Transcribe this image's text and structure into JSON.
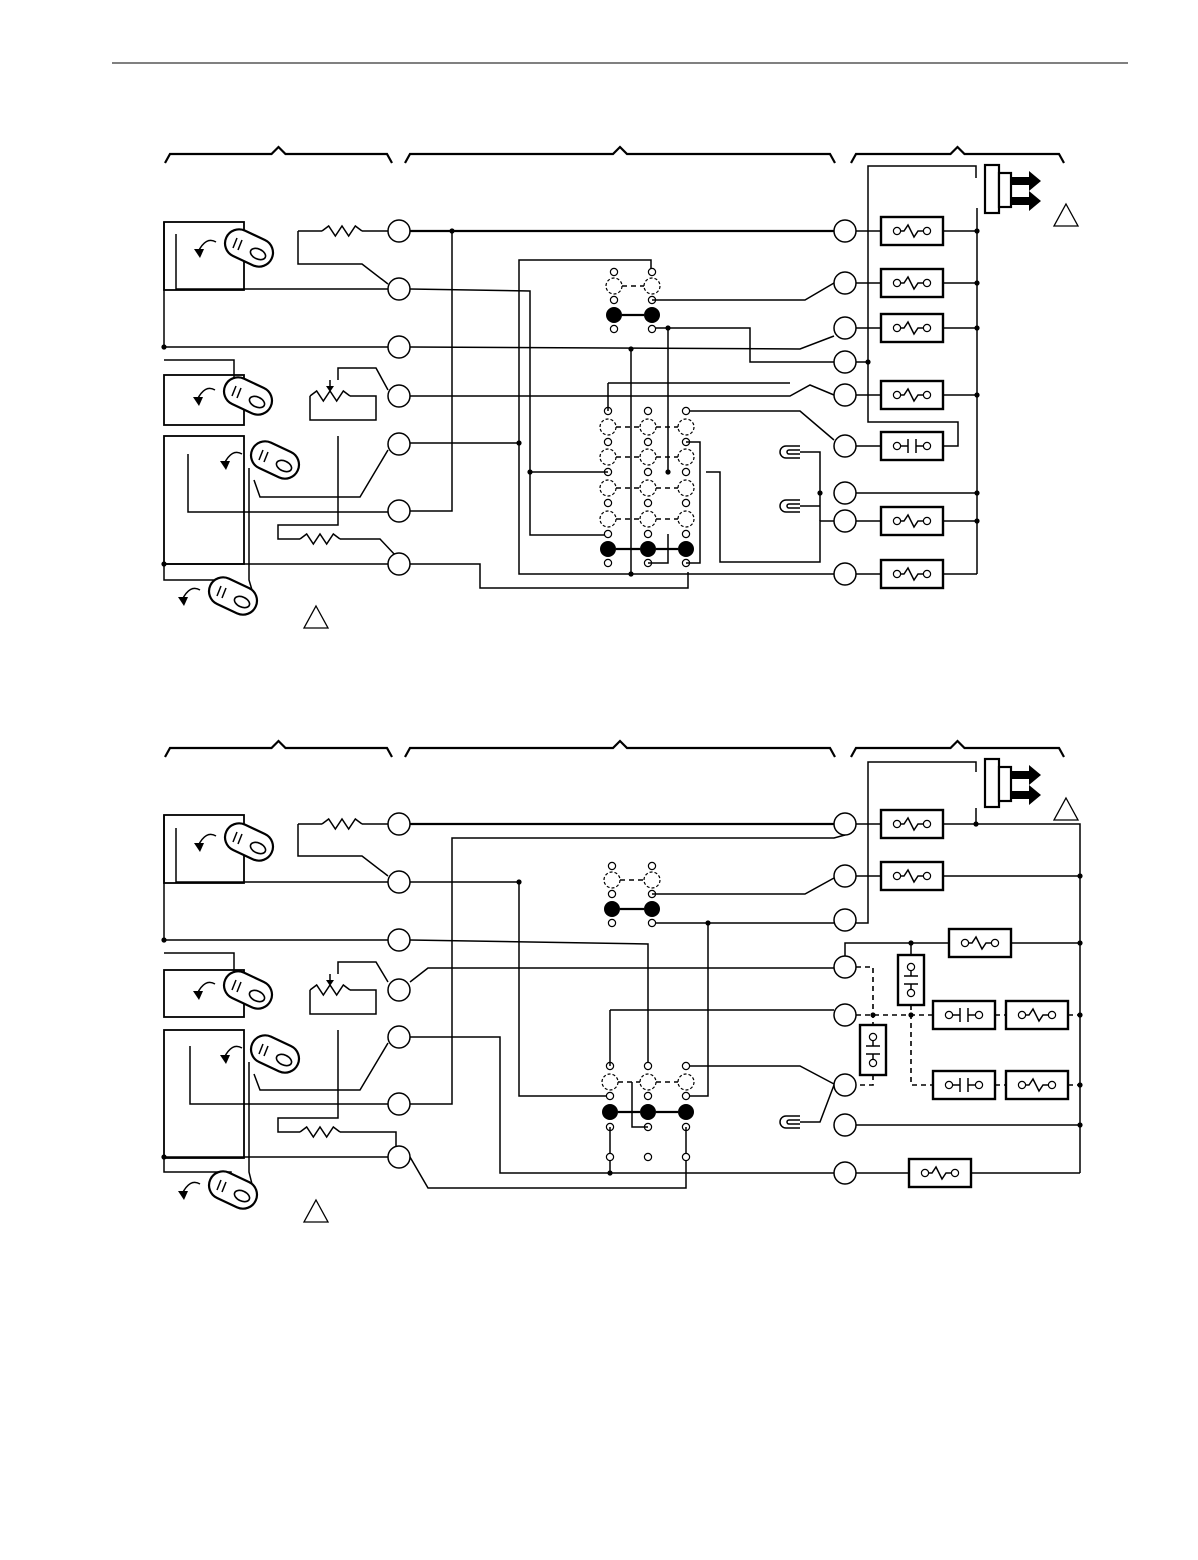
{
  "page": {
    "background": "#ffffff",
    "ink": "#000000"
  },
  "figures": [
    {
      "id": "diagram-top",
      "warning_note_icons": 2,
      "icon_names": [
        "resistor-icon",
        "potentiometer-icon",
        "relay-coil-icon",
        "contact-icon",
        "terminal-icon",
        "warning-triangle-icon",
        "switch-icon",
        "plug-icon"
      ]
    },
    {
      "id": "diagram-bottom",
      "warning_note_icons": 2,
      "icon_names": [
        "resistor-icon",
        "potentiometer-icon",
        "relay-coil-icon",
        "contact-icon",
        "terminal-icon",
        "warning-triangle-icon",
        "switch-icon",
        "plug-icon"
      ]
    }
  ]
}
